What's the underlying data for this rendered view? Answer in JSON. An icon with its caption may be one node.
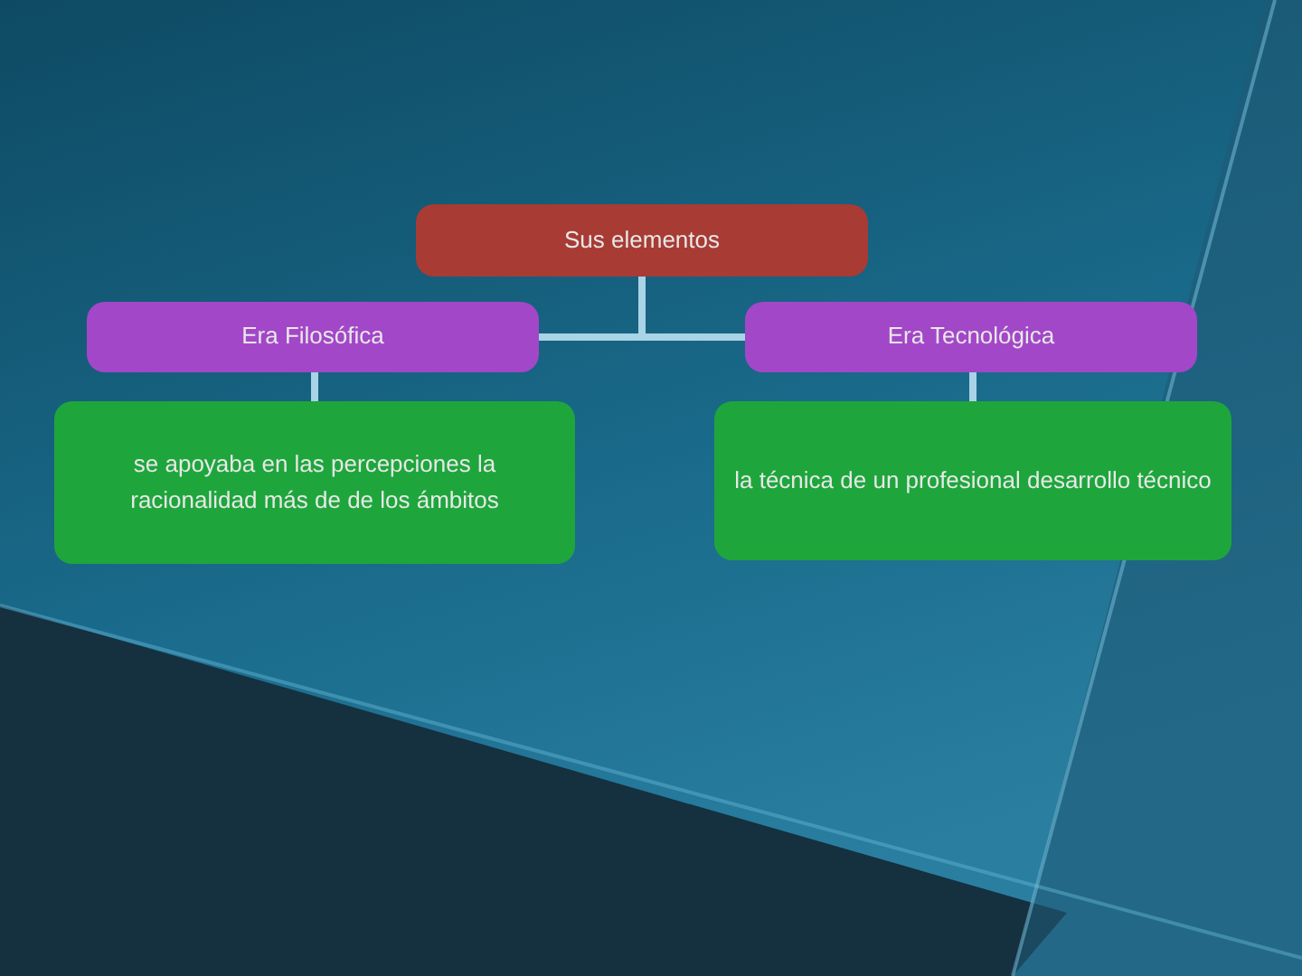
{
  "diagram": {
    "nodes": [
      {
        "text": [
          "Sus elementos"
        ]
      },
      {
        "text": [
          "Era Filosófica"
        ]
      },
      {
        "text": [
          "Era Tecnológica"
        ]
      },
      {
        "text": [
          "se apoyaba en las percepciones la racionalidad más de de los ámbitos"
        ]
      },
      {
        "text": [
          "la técnica de un profesional desarrollo técnico"
        ]
      }
    ],
    "edges": [
      {
        "from": 0,
        "to": 1,
        "arrow": "none"
      },
      {
        "from": 0,
        "to": 2,
        "arrow": "none"
      },
      {
        "from": 1,
        "to": 3,
        "arrow": "none"
      },
      {
        "from": 2,
        "to": 4,
        "arrow": "none"
      }
    ]
  }
}
